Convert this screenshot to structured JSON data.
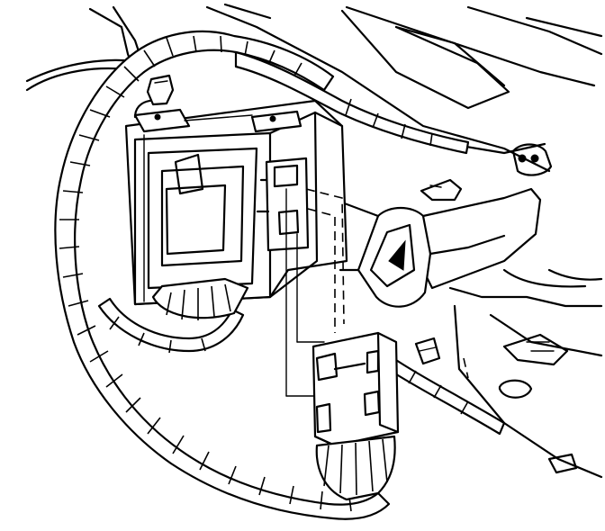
{
  "image": {
    "kind": "line-art",
    "colors": {
      "background": "#ffffff",
      "ink": "#000000"
    },
    "parts": [
      "instrument-panel-frame",
      "wiring-harness",
      "control-module-bracket",
      "harness-connector",
      "air-duct",
      "ground-fastener"
    ]
  }
}
